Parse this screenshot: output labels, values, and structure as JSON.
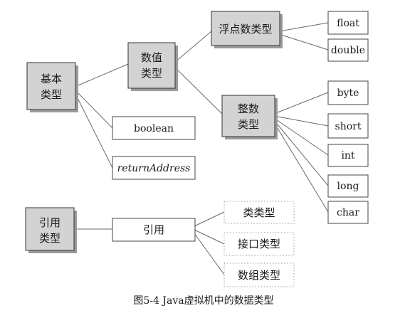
{
  "nodes": {
    "basic_type": [
      "基本",
      "类型"
    ],
    "numeric_type": [
      "数值",
      "类型"
    ],
    "float_type": "浮点数类型",
    "integer_type": [
      "整数",
      "类型"
    ],
    "float": "float",
    "double": "double",
    "byte": "byte",
    "short": "short",
    "int": "int",
    "long": "long",
    "char": "char",
    "boolean": "boolean",
    "return_address": "returnAddress",
    "reference_type": [
      "引用",
      "类型"
    ],
    "reference": "引用",
    "class_type": "类类型",
    "interface_type": "接口类型",
    "array_type": "数组类型"
  },
  "caption": "图5-4 Java虚拟机中的数据类型"
}
